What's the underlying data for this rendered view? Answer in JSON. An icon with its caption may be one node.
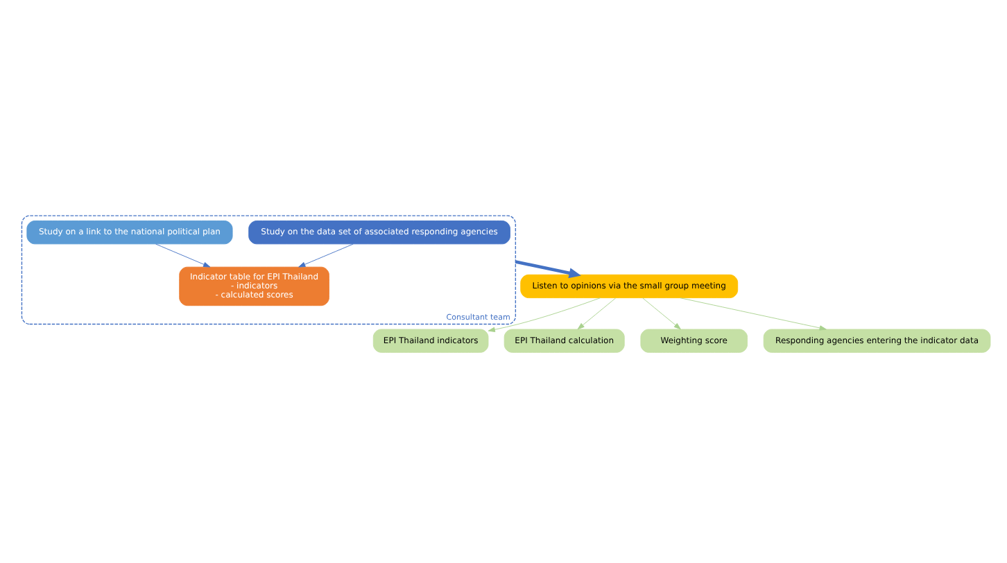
{
  "diagram": {
    "nodes": [
      {
        "text": [
          "Consultant team"
        ]
      },
      {
        "text": [
          "Study on the data set of associated responding agencies"
        ],
        "in": 0
      },
      {
        "text": [
          "Study on a link to the national political plan"
        ],
        "in": 0
      },
      {
        "text": [
          "Indicator table for EPI Thailand",
          "- indicators",
          "- calculated scores"
        ],
        "in": 0
      },
      {
        "text": [
          "Listen to opinions via the small group meeting"
        ]
      },
      {
        "text": [
          "EPI Thailand indicators"
        ]
      },
      {
        "text": [
          "EPI Thailand calculation"
        ]
      },
      {
        "text": [
          "Weighting score"
        ]
      },
      {
        "text": [
          "Responding agencies entering the indicator data"
        ]
      }
    ],
    "edges": [
      {
        "from": 1,
        "to": 3,
        "arrow": "to",
        "color": "#4472c4"
      },
      {
        "from": 2,
        "to": 3,
        "arrow": "to",
        "color": "#4472c4"
      },
      {
        "from": 0,
        "to": 4,
        "arrow": "to",
        "style": "thick",
        "color": "#4472c4"
      },
      {
        "from": 4,
        "to": 5,
        "arrow": "to"
      },
      {
        "from": 4,
        "to": 6,
        "arrow": "to"
      },
      {
        "from": 4,
        "to": 7,
        "arrow": "to"
      },
      {
        "from": 4,
        "to": 8,
        "arrow": "to"
      }
    ]
  }
}
